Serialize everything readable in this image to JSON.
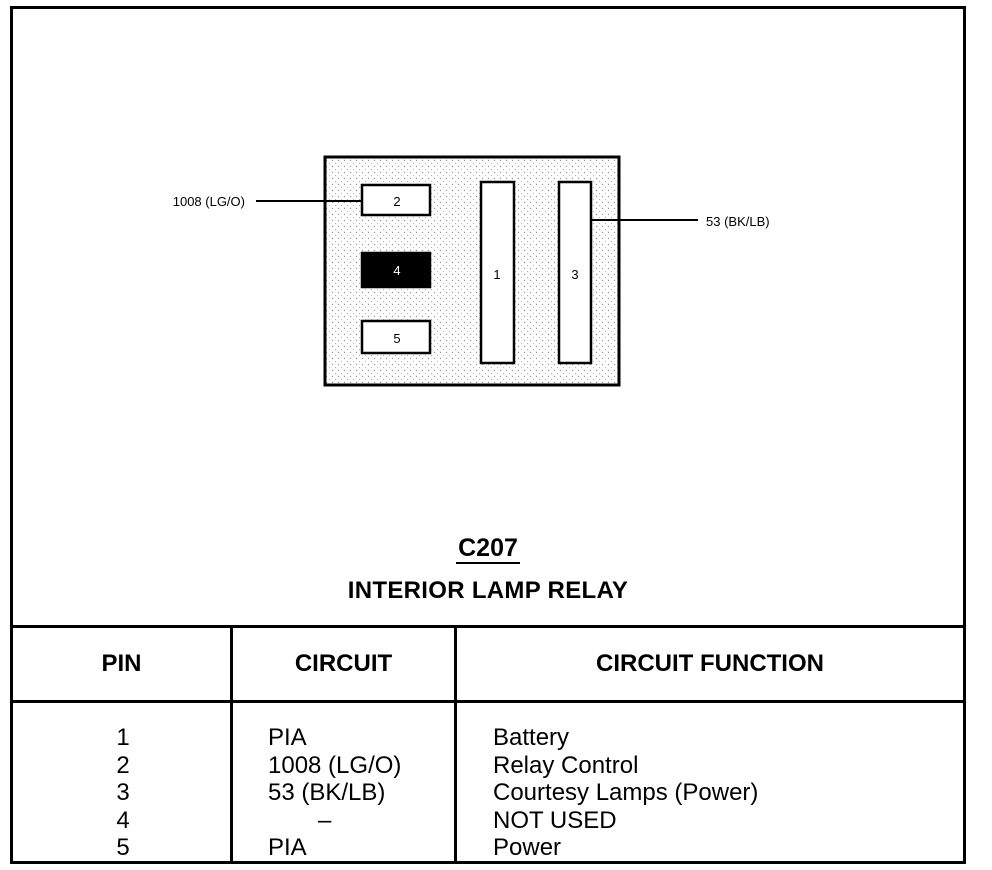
{
  "connector": {
    "code": "C207",
    "name": "INTERIOR LAMP RELAY",
    "cavities": [
      {
        "pin": "2",
        "state": "open"
      },
      {
        "pin": "4",
        "state": "filled"
      },
      {
        "pin": "5",
        "state": "open"
      },
      {
        "pin": "1",
        "state": "open"
      },
      {
        "pin": "3",
        "state": "open"
      }
    ],
    "leader_labels": {
      "pin2": "1008 (LG/O)",
      "pin3": "53 (BK/LB)"
    }
  },
  "table": {
    "headers": [
      "PIN",
      "CIRCUIT",
      "CIRCUIT FUNCTION"
    ],
    "rows": [
      {
        "pin": "1",
        "circuit": "PIA",
        "function": "Battery"
      },
      {
        "pin": "2",
        "circuit": "1008 (LG/O)",
        "function": "Relay Control"
      },
      {
        "pin": "3",
        "circuit": "53 (BK/LB)",
        "function": "Courtesy Lamps (Power)"
      },
      {
        "pin": "4",
        "circuit": "–",
        "function": "NOT USED"
      },
      {
        "pin": "5",
        "circuit": "PIA",
        "function": "Power"
      }
    ]
  }
}
